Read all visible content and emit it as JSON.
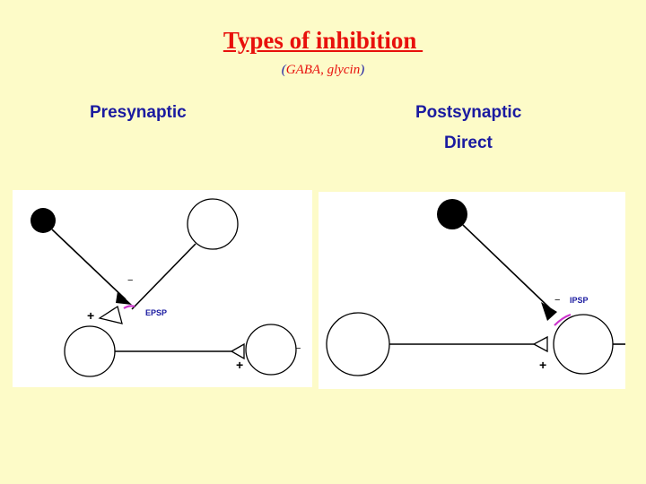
{
  "title": "Types of inhibition ",
  "subtitle": {
    "open_paren": "(",
    "text": "GABA, glycin",
    "close_paren": ")"
  },
  "columns": {
    "left": "Presynaptic",
    "right_line1": "Postsynaptic",
    "right_line2": "Direct"
  },
  "left_diagram": {
    "label": "EPSP",
    "minus": "−",
    "plus_a": "+",
    "plus_b": "+",
    "minus_b": "−"
  },
  "right_diagram": {
    "label": "IPSP",
    "minus": "−",
    "plus": "+"
  },
  "colors": {
    "title": "#e8100c",
    "heading": "#1a1aa0",
    "background": "#fdfbc8",
    "psp_mark": "#cc33cc"
  }
}
